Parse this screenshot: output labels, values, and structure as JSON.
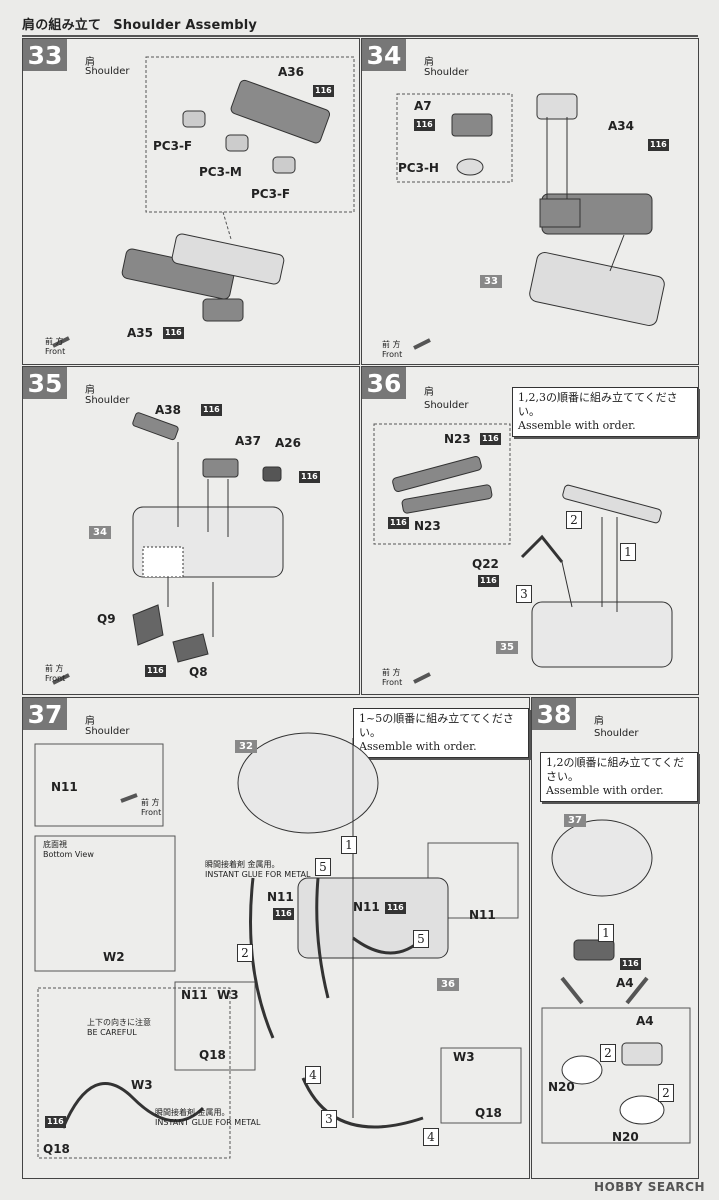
{
  "header": {
    "title_ja": "肩の組み立て",
    "title_en": "Shoulder Assembly"
  },
  "shoulder_ja": "肩",
  "shoulder_en": "Shoulder",
  "front_ja": "前 方",
  "front_en": "Front",
  "code116": "116",
  "steps": [
    {
      "no": "33",
      "labels": {
        "a36": "A36",
        "pc3f1": "PC3-F",
        "pc3m": "PC3-M",
        "pc3f2": "PC3-F",
        "a35": "A35"
      }
    },
    {
      "no": "34",
      "labels": {
        "a7": "A7",
        "pc3h": "PC3-H",
        "a34": "A34"
      },
      "ref": "33"
    },
    {
      "no": "35",
      "labels": {
        "a38": "A38",
        "a37": "A37",
        "a26": "A26",
        "q9": "Q9",
        "q8": "Q8"
      },
      "ref": "34"
    },
    {
      "no": "36",
      "labels": {
        "n23a": "N23",
        "n23b": "N23",
        "q22": "Q22"
      },
      "ref": "35",
      "note_ja": "1,2,3の順番に組み立ててください。",
      "note_en": "Assemble with order."
    },
    {
      "no": "37",
      "ref": "32",
      "ref2": "36",
      "note_ja": "1~5の順番に組み立ててください。",
      "note_en": "Assemble with order.",
      "labels": {
        "n11a": "N11",
        "n11b": "N11",
        "n11c": "N11",
        "n11d": "N11",
        "n11e": "N11",
        "w3a": "W3",
        "w3b": "W3",
        "w3c": "W3",
        "w2": "W2",
        "q18a": "Q18",
        "q18b": "Q18",
        "q18c": "Q18"
      },
      "bottom_ja": "底面視",
      "bottom_en": "Bottom View",
      "glue_ja": "瞬間接着剤 金属用。",
      "glue_en": "INSTANT GLUE FOR METAL",
      "careful_ja": "上下の向きに注意",
      "careful_en": "BE CAREFUL"
    },
    {
      "no": "38",
      "ref": "37",
      "note_ja": "1,2の順番に組み立ててください。",
      "note_en": "Assemble with order.",
      "labels": {
        "a4a": "A4",
        "a4b": "A4",
        "n20a": "N20",
        "n20b": "N20"
      }
    }
  ],
  "watermark": "HOBBY SEARCH"
}
